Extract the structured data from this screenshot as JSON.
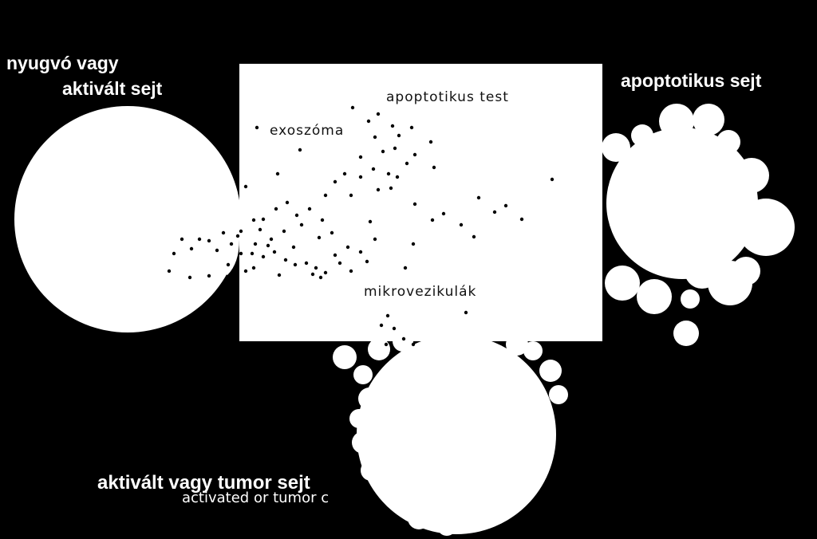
{
  "labels": {
    "resting_line1": "nyugvó vagy",
    "resting_line2": "aktivált sejt",
    "apoptotic_cell": "apoptotikus sejt",
    "apoptotic_body": "apoptotikus test",
    "exosome": "exoszóma",
    "microvesicles": "mikrovezikulák",
    "tumor_cell": "aktivált vagy tumor sejt",
    "tumor_cell_en": "activated or tumor c"
  },
  "colors": {
    "background": "#000000",
    "foreground": "#ffffff",
    "dot": "#000000"
  }
}
